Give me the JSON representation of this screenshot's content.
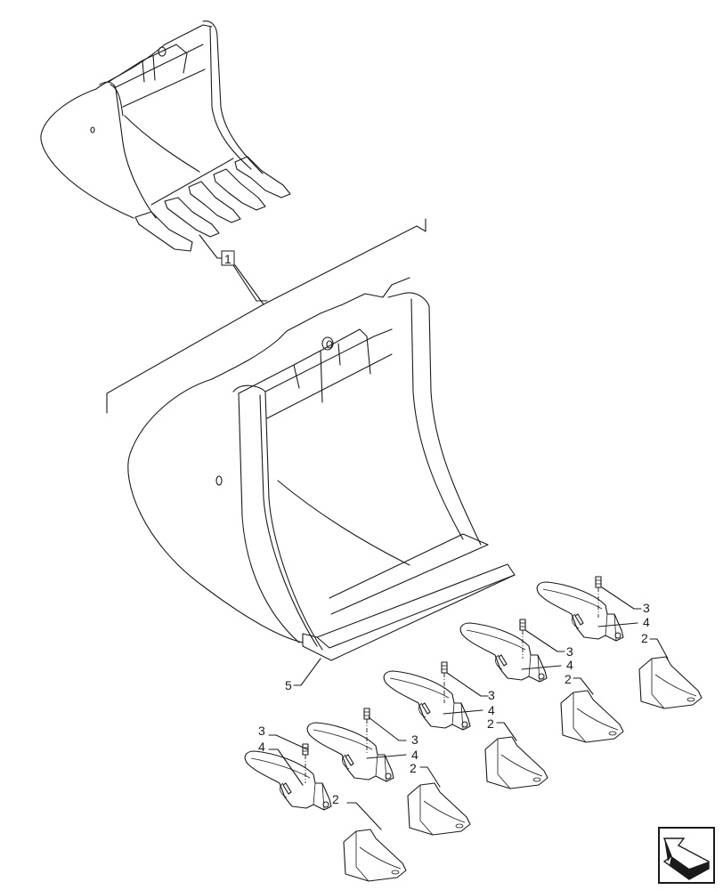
{
  "diagram": {
    "type": "exploded-parts-diagram",
    "subject": "excavator bucket with teeth",
    "assembly_callout": "1",
    "callouts": [
      {
        "id": "c5",
        "label": "5",
        "part": "bucket lip"
      },
      {
        "id": "c3a",
        "label": "3",
        "part": "pin"
      },
      {
        "id": "c4a",
        "label": "4",
        "part": "adapter"
      },
      {
        "id": "c2a",
        "label": "2",
        "part": "tooth"
      },
      {
        "id": "c3b",
        "label": "3",
        "part": "pin"
      },
      {
        "id": "c4b",
        "label": "4",
        "part": "adapter"
      },
      {
        "id": "c2b",
        "label": "2",
        "part": "tooth"
      },
      {
        "id": "c3c",
        "label": "3",
        "part": "pin"
      },
      {
        "id": "c4c",
        "label": "4",
        "part": "adapter"
      },
      {
        "id": "c2c",
        "label": "2",
        "part": "tooth"
      },
      {
        "id": "c3d",
        "label": "3",
        "part": "pin"
      },
      {
        "id": "c4d",
        "label": "4",
        "part": "adapter"
      },
      {
        "id": "c2d",
        "label": "2",
        "part": "tooth"
      },
      {
        "id": "c3e",
        "label": "3",
        "part": "pin"
      },
      {
        "id": "c4e",
        "label": "4",
        "part": "adapter"
      },
      {
        "id": "c2e",
        "label": "2",
        "part": "tooth"
      }
    ]
  },
  "navigation": {
    "back_icon": "return-arrow-icon"
  }
}
